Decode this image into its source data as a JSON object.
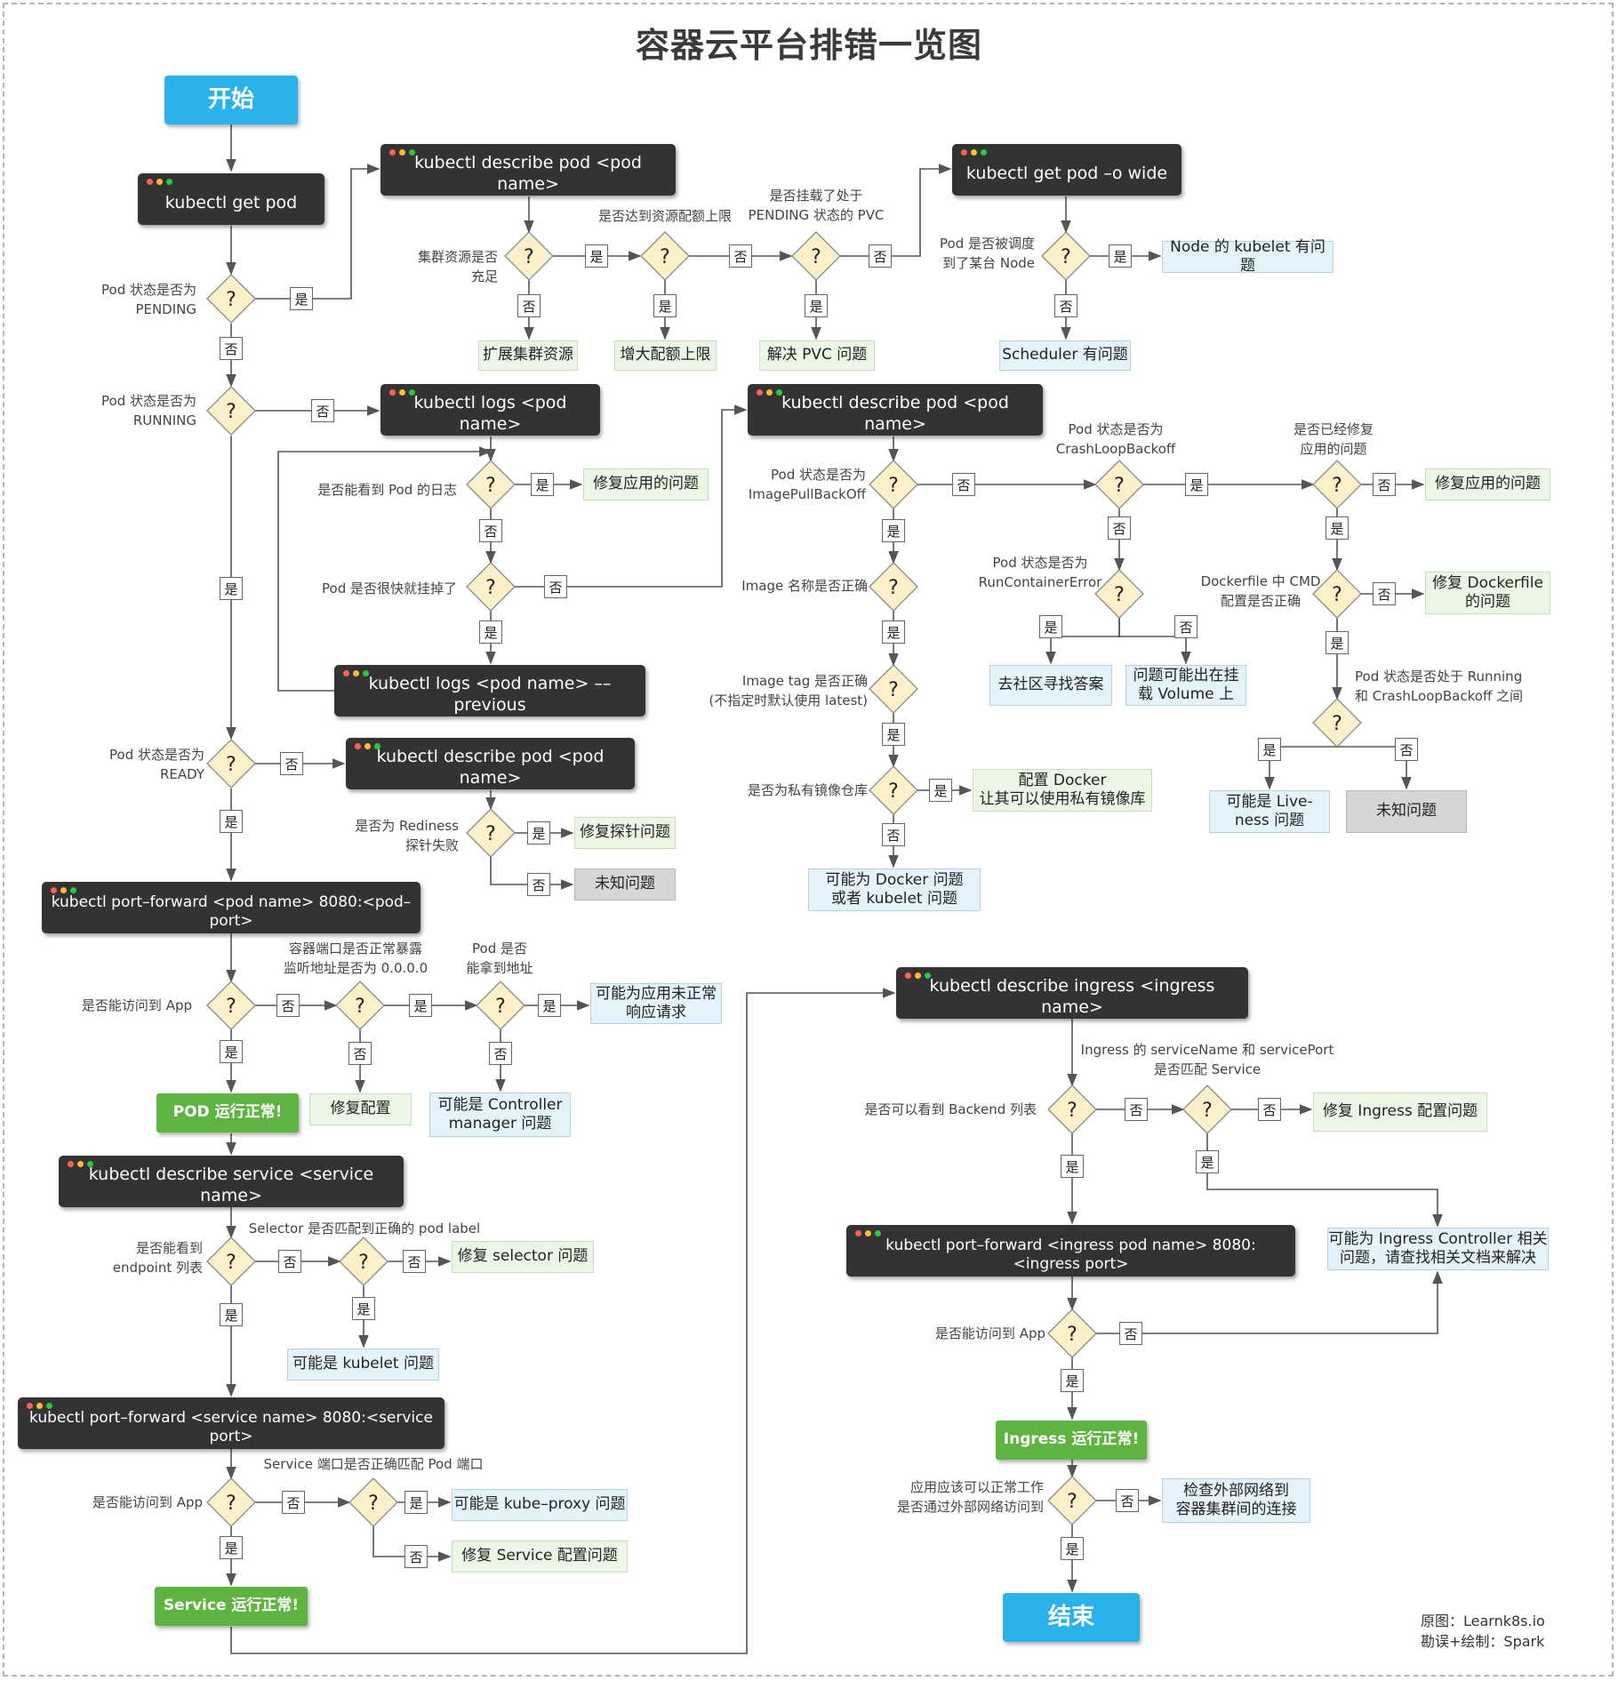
{
  "title": "容器云平台排错一览图",
  "credit": "原图：Learnk8s.io\n勘误+绘制：Spark",
  "colors": {
    "start": "#2bb1ec",
    "command": "#333333",
    "fix": "#ecf6e5",
    "problem": "#e4f3fb",
    "unknown": "#d6d6d6",
    "ok": "#5fb340",
    "decision": "#fbf0c8"
  },
  "decision_mark": "?",
  "labels": {
    "yes": "是",
    "no": "否"
  },
  "nodes": {
    "start": "开始",
    "get_pod": "kubectl get pod",
    "describe_pod_1": "kubectl describe pod <pod name>",
    "get_pod_wide": "kubectl get pod –o wide",
    "logs": "kubectl logs <pod name>",
    "describe_pod_2": "kubectl describe pod <pod name>",
    "logs_previous": "kubectl logs <pod name> ––previous",
    "describe_pod_3": "kubectl describe pod <pod name>",
    "pf_pod": "kubectl port–forward <pod name> 8080:<pod–port>",
    "describe_service": "kubectl describe service <service name>",
    "pf_service": "kubectl port–forward <service name> 8080:<service port>",
    "describe_ingress": "kubectl describe ingress <ingress name>",
    "pf_ingress": "kubectl port–forward <ingress pod name> 8080:<ingress port>",
    "fix_cluster": "扩展集群资源",
    "fix_quota": "增大配额上限",
    "fix_pvc": "解决 PVC 问题",
    "prob_scheduler": "Scheduler 有问题",
    "prob_kubelet_node": "Node 的 kubelet 有问题",
    "fix_app_1": "修复应用的问题",
    "fix_app_2": "修复应用的问题",
    "fix_dockerfile": "修复 Dockerfile\n的问题",
    "community": "去社区寻找答案",
    "prob_volume": "问题可能出在挂\n载 Volume 上",
    "fix_docker_private": "配置 Docker\n让其可以使用私有镜像库",
    "prob_docker_kubelet": "可能为 Docker 问题\n或者 kubelet 问题",
    "prob_liveness": "可能是 Live-\nness 问题",
    "unknown_1": "未知问题",
    "fix_probe": "修复探针问题",
    "unknown_2": "未知问题",
    "fix_config": "修复配置",
    "prob_controller": "可能是 Controller\nmanager 问题",
    "prob_app_response": "可能为应用未正常\n响应请求",
    "pod_ok": "POD 运行正常!",
    "fix_selector": "修复 selector 问题",
    "prob_kubelet": "可能是 kubelet 问题",
    "prob_kube_proxy": "可能是 kube–proxy 问题",
    "fix_service_config": "修复 Service 配置问题",
    "service_ok": "Service 运行正常!",
    "fix_ingress_config": "修复 Ingress 配置问题",
    "prob_ingress_controller": "可能为 Ingress Controller 相关\n问题，请查找相关文档来解决",
    "ingress_ok": "Ingress 运行正常!",
    "check_network": "检查外部网络到\n容器集群间的连接",
    "end": "结束"
  },
  "questions": {
    "pending": "Pod 状态是否为\nPENDING",
    "cluster_resource": "集群资源是否\n充足",
    "quota": "是否达到资源配额上限",
    "pvc": "是否挂载了处于\nPENDING 状态的 PVC",
    "scheduled": "Pod 是否被调度\n到了某台 Node",
    "running": "Pod 状态是否为\nRUNNING",
    "see_logs": "是否能看到 Pod 的日志",
    "crash_fast": "Pod 是否很快就挂掉了",
    "image_pull": "Pod 状态是否为\nImagePullBackOff",
    "crash_loop": "Pod 状态是否为\nCrashLoopBackoff",
    "fixed_app": "是否已经修复\n应用的问题",
    "run_container_error": "Pod 状态是否为\nRunContainerError",
    "dockerfile_cmd": "Dockerfile 中 CMD\n配置是否正确",
    "between": "Pod 状态是否处于 Running\n和 CrashLoopBackoff 之间",
    "image_name": "Image 名称是否正确",
    "image_tag": "Image tag 是否正确\n(不指定时默认使用 latest)",
    "private_registry": "是否为私有镜像仓库",
    "ready": "Pod 状态是否为\nREADY",
    "readiness": "是否为 Rediness\n探针失败",
    "access_app_pod": "是否能访问到 App",
    "port_exposed": "容器端口是否正常暴露\n监听地址是否为 0.0.0.0",
    "pod_address": "Pod 是否\n能拿到地址",
    "endpoint": "是否能看到\nendpoint 列表",
    "selector": "Selector 是否匹配到正确的 pod label",
    "access_app_svc": "是否能访问到 App",
    "svc_port": "Service 端口是否正确匹配 Pod 端口",
    "backend": "是否可以看到 Backend 列表",
    "ingress_svc": "Ingress 的 serviceName 和 servicePort\n是否匹配 Service",
    "access_app_ing": "是否能访问到 App",
    "external": "应用应该可以正常工作\n是否通过外部网络访问到"
  }
}
